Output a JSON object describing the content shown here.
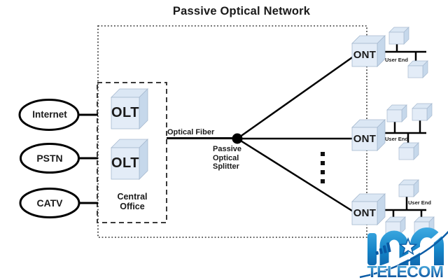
{
  "title": "Passive Optical Network",
  "sources": [
    "Internet",
    "PSTN",
    "CATV"
  ],
  "central_office": {
    "olts": [
      "OLT",
      "OLT"
    ],
    "name_lines": [
      "Central",
      "Office"
    ]
  },
  "labels": {
    "optical_fiber": "Optical Fiber",
    "splitter_lines": [
      "Passive",
      "Optical",
      "Splitter"
    ]
  },
  "onts": [
    {
      "label": "ONT",
      "user_end": "User End"
    },
    {
      "label": "ONT",
      "user_end": "User End"
    },
    {
      "label": "ONT",
      "user_end": "User End"
    }
  ],
  "logo": {
    "text": "TELECOM"
  },
  "colors": {
    "diagram_line": "#000000",
    "cube_front": "#e3ecf7",
    "cube_top": "#dbe7f4",
    "cube_side": "#c6d8eb",
    "logo_blue_light": "#4cb6ea",
    "logo_blue_dark": "#0a4f97"
  }
}
